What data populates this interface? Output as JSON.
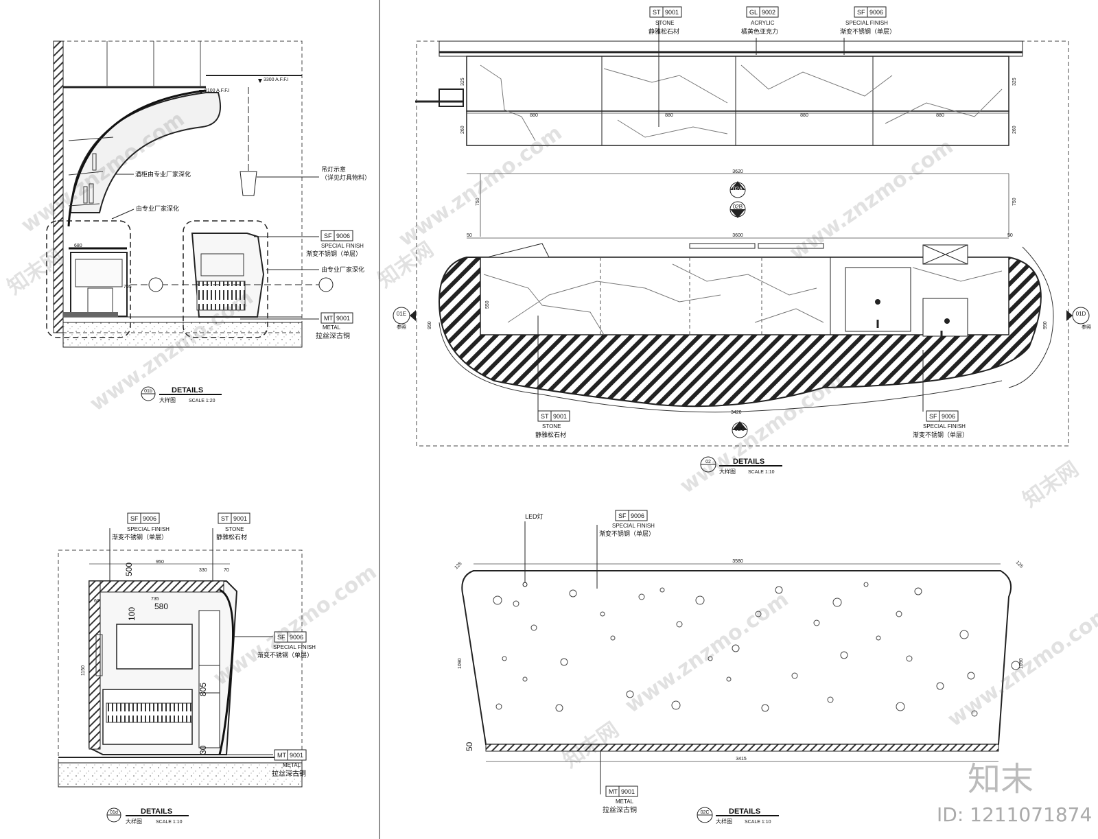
{
  "tags": {
    "st": {
      "code": "ST",
      "num": "9001",
      "en": "STONE",
      "cn": "静雅松石材"
    },
    "gl": {
      "code": "GL",
      "num": "9002",
      "en": "ACRYLIC",
      "cn": "橘黄色亚克力"
    },
    "sf": {
      "code": "SF",
      "num": "9006",
      "en": "SPECIAL FINISH",
      "cn": "渐变不锈钢（单层）"
    },
    "mt": {
      "code": "MT",
      "num": "9001",
      "en": "METAL",
      "cn": "拉丝深古铜"
    }
  },
  "notes": {
    "wine_cabinet": "酒柜由专业厂家深化",
    "by_vendor": "由专业厂家深化",
    "pendant_1": "吊灯示意",
    "pendant_2": "（详见灯具物料）",
    "led": "LED灯",
    "ref": "参照"
  },
  "markers": {
    "m02a": "02A",
    "m02b": "02B",
    "m02c": "02C",
    "m01e": "01E",
    "m01d": "01D",
    "m01b": "01b"
  },
  "titles": {
    "t01b": {
      "num": "01b",
      "label": "DETAILS",
      "cn": "大样图",
      "scale": "SCALE 1:20"
    },
    "t02": {
      "num": "02",
      "label": "DETAILS",
      "cn": "大样图",
      "scale": "SCALE 1:10"
    },
    "t01d": {
      "num": "01d",
      "label": "DETAILS",
      "cn": "大样图",
      "scale": "SCALE 1:10"
    },
    "t02c": {
      "num": "02C",
      "label": "DETAILS",
      "cn": "大样图",
      "scale": "SCALE 1:10"
    }
  },
  "dims": {
    "d880": "880",
    "d3620": "3620",
    "d3600": "3600",
    "d750": "750",
    "d50": "50",
    "d325": "325",
    "d260": "260",
    "d3420": "3420",
    "d550": "550",
    "d950": "950",
    "d3580": "3580",
    "d3415": "3415",
    "d1090": "1090",
    "d125": "125",
    "d500": "500",
    "d330": "330",
    "d70": "70",
    "d580": "580",
    "d100": "100",
    "d735": "735",
    "d1150": "1150",
    "d805": "805",
    "d680": "680",
    "d705": "705",
    "d3300": "3300 A.F.F.I",
    "d3100": "3100 A.F.F.I",
    "d60": "60",
    "d30": "30"
  },
  "brand": {
    "logo": "知末",
    "id": "ID: 1211071874",
    "wm_en": "www.znzmo.com",
    "wm_cn": "知末网"
  }
}
